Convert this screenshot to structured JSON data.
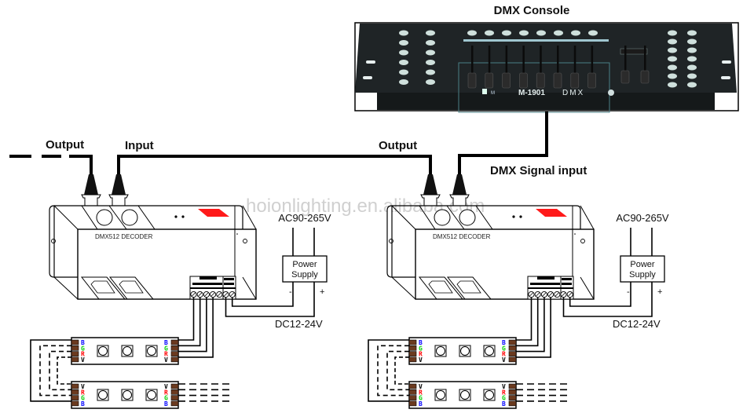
{
  "title": "DMX Console",
  "console": {
    "model": "M-1901",
    "badge": "DMX"
  },
  "labels": {
    "signal_input": "DMX Signal input",
    "output_left": "Output",
    "input_left": "Input",
    "output_right": "Output"
  },
  "decoders": [
    {
      "label": "DMX512 DECODER"
    },
    {
      "label": "DMX512 DECODER"
    }
  ],
  "power_supplies": [
    {
      "line1": "Power",
      "line2": "Supply",
      "ac_label": "AC90-265V",
      "dc_label": "DC12-24V",
      "minus": "-",
      "plus": "+"
    },
    {
      "line1": "Power",
      "line2": "Supply",
      "ac_label": "AC90-265V",
      "dc_label": "DC12-24V",
      "minus": "-",
      "plus": "+"
    }
  ],
  "strip_pins": {
    "colors": {
      "B": "#0000ff",
      "G": "#00cc00",
      "R": "#ff0000",
      "V": "#000000"
    },
    "top_left": [
      "B",
      "G",
      "R",
      "V"
    ],
    "top_right": [
      "B",
      "G",
      "R",
      "V"
    ],
    "bottom_left": [
      "V",
      "R",
      "G",
      "B"
    ],
    "bottom_right": [
      "V",
      "R",
      "G",
      "B"
    ]
  },
  "colors": {
    "indicator_red": "#ff1a1a",
    "connector_brown": "#6b3a1f"
  },
  "watermark": "hoionlighting.en.alibaba.com"
}
